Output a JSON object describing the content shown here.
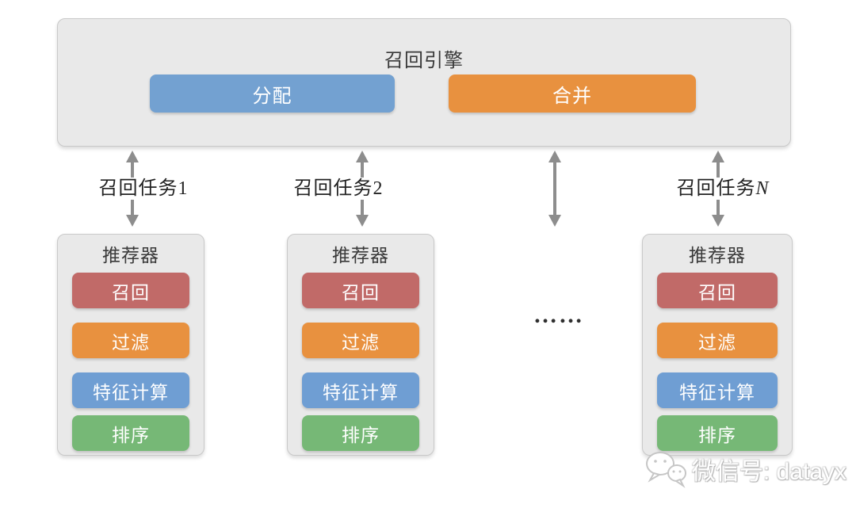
{
  "engine": {
    "title": "召回引擎",
    "dispatch": {
      "label": "分配",
      "color": "#73a1d1"
    },
    "merge": {
      "label": "合并",
      "color": "#e8913f"
    }
  },
  "connectors": [
    {
      "prefix": "召回任务",
      "suffix": "1"
    },
    {
      "prefix": "召回任务",
      "suffix": "2"
    },
    {
      "prefix": "",
      "suffix": ""
    },
    {
      "prefix": "召回任务",
      "suffix": "N"
    }
  ],
  "ellipsis": "……",
  "recommenders": [
    {
      "title": "推荐器",
      "stages": [
        {
          "label": "召回",
          "color": "#c16a68"
        },
        {
          "label": "过滤",
          "color": "#e8913f"
        },
        {
          "label": "特征计算",
          "color": "#6f9ed3"
        },
        {
          "label": "排序",
          "color": "#76b876"
        }
      ]
    },
    {
      "title": "推荐器",
      "stages": [
        {
          "label": "召回",
          "color": "#c16a68"
        },
        {
          "label": "过滤",
          "color": "#e8913f"
        },
        {
          "label": "特征计算",
          "color": "#6f9ed3"
        },
        {
          "label": "排序",
          "color": "#76b876"
        }
      ]
    },
    {
      "title": "推荐器",
      "stages": [
        {
          "label": "召回",
          "color": "#c16a68"
        },
        {
          "label": "过滤",
          "color": "#e8913f"
        },
        {
          "label": "特征计算",
          "color": "#6f9ed3"
        },
        {
          "label": "排序",
          "color": "#76b876"
        }
      ]
    }
  ],
  "watermark": {
    "text": "微信号: datayx"
  },
  "colors": {
    "box_bg": "#e9e9e9",
    "box_border": "#c9c9c9",
    "arrow": "#8d8d8d",
    "blue": "#73a1d1",
    "orange": "#e8913f",
    "red": "#c16a68",
    "green": "#76b876"
  }
}
